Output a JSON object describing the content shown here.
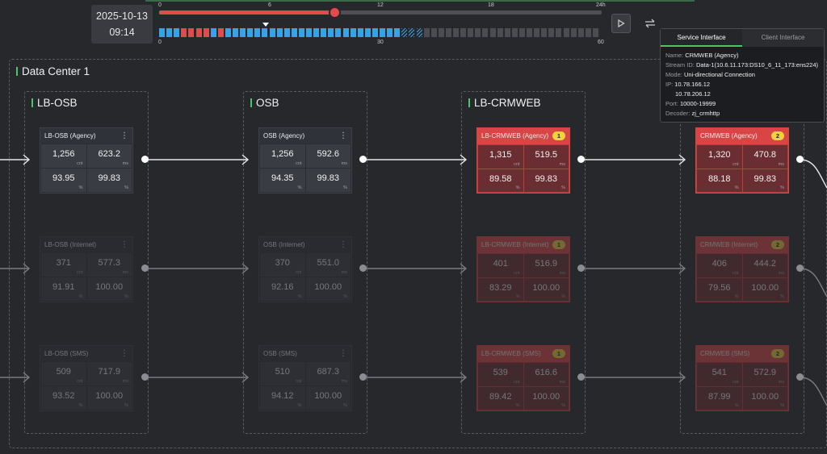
{
  "timeline": {
    "date": "2025-10-13",
    "time": "09:14",
    "top_ticks": [
      "0",
      "6",
      "12",
      "18",
      "24h"
    ],
    "bottom_ticks": [
      "0",
      "30",
      "60"
    ],
    "progress": 0.39
  },
  "data_center": {
    "title": "Data Center 1"
  },
  "colors": {
    "accent_green": "#4cc46b",
    "alert_red": "#d94545",
    "badge_yellow": "#f2d43a"
  },
  "groups": [
    {
      "title": "LB-OSB",
      "cards": [
        {
          "name": "LB-OSB (Agency)",
          "badge": "",
          "v1": "1,256",
          "u1": "cnt",
          "v2": "623.2",
          "u2": "ms",
          "v3": "93.95",
          "u3": "%",
          "v4": "99.83",
          "u4": "%"
        },
        {
          "name": "LB-OSB (Internet)",
          "badge": "",
          "v1": "371",
          "u1": "cnt",
          "v2": "577.3",
          "u2": "ms",
          "v3": "91.91",
          "u3": "%",
          "v4": "100.00",
          "u4": "%"
        },
        {
          "name": "LB-OSB (SMS)",
          "badge": "",
          "v1": "509",
          "u1": "cnt",
          "v2": "717.9",
          "u2": "ms",
          "v3": "93.52",
          "u3": "%",
          "v4": "100.00",
          "u4": "%"
        }
      ]
    },
    {
      "title": "OSB",
      "cards": [
        {
          "name": "OSB (Agency)",
          "badge": "",
          "v1": "1,256",
          "u1": "cnt",
          "v2": "592.6",
          "u2": "ms",
          "v3": "94.35",
          "u3": "%",
          "v4": "99.83",
          "u4": "%"
        },
        {
          "name": "OSB (Internet)",
          "badge": "",
          "v1": "370",
          "u1": "cnt",
          "v2": "551.0",
          "u2": "ms",
          "v3": "92.16",
          "u3": "%",
          "v4": "100.00",
          "u4": "%"
        },
        {
          "name": "OSB (SMS)",
          "badge": "",
          "v1": "510",
          "u1": "cnt",
          "v2": "687.3",
          "u2": "ms",
          "v3": "94.12",
          "u3": "%",
          "v4": "100.00",
          "u4": "%"
        }
      ]
    },
    {
      "title": "LB-CRMWEB",
      "cards": [
        {
          "name": "LB-CRMWEB (Agency)",
          "badge": "1",
          "v1": "1,315",
          "u1": "cnt",
          "v2": "519.5",
          "u2": "ms",
          "v3": "89.58",
          "u3": "%",
          "v4": "99.83",
          "u4": "%"
        },
        {
          "name": "LB-CRMWEB (Internet)",
          "badge": "1",
          "v1": "401",
          "u1": "cnt",
          "v2": "516.9",
          "u2": "ms",
          "v3": "83.29",
          "u3": "%",
          "v4": "100.00",
          "u4": "%"
        },
        {
          "name": "LB-CRMWEB (SMS)",
          "badge": "1",
          "v1": "539",
          "u1": "cnt",
          "v2": "616.6",
          "u2": "ms",
          "v3": "89.42",
          "u3": "%",
          "v4": "100.00",
          "u4": "%"
        }
      ]
    },
    {
      "title": "CRMWEB",
      "cards": [
        {
          "name": "CRMWEB (Agency)",
          "badge": "2",
          "v1": "1,320",
          "u1": "cnt",
          "v2": "470.8",
          "u2": "ms",
          "v3": "88.18",
          "u3": "%",
          "v4": "99.83",
          "u4": "%"
        },
        {
          "name": "CRMWEB (Internet)",
          "badge": "2",
          "v1": "406",
          "u1": "cnt",
          "v2": "444.2",
          "u2": "ms",
          "v3": "79.56",
          "u3": "%",
          "v4": "100.00",
          "u4": "%"
        },
        {
          "name": "CRMWEB (SMS)",
          "badge": "2",
          "v1": "541",
          "u1": "cnt",
          "v2": "572.9",
          "u2": "ms",
          "v3": "87.99",
          "u3": "%",
          "v4": "100.00",
          "u4": "%"
        }
      ]
    }
  ],
  "tooltip": {
    "tab_service": "Service Interface",
    "tab_client": "Client Interface",
    "rows": [
      {
        "k": "Name:",
        "v": "CRMWEB (Agency)"
      },
      {
        "k": "Stream ID:",
        "v": "Data-1(10.6.11.173:DS10_6_11_173:ens224)"
      },
      {
        "k": "Mode:",
        "v": "Uni-directional Connection"
      },
      {
        "k": "IP:",
        "v": "10.78.166.12"
      },
      {
        "k": "",
        "v": "10.78.206.12"
      },
      {
        "k": "Port:",
        "v": "10000-19999"
      },
      {
        "k": "Decoder:",
        "v": "zj_crmhttp"
      }
    ]
  },
  "icons": {
    "play": "play-icon",
    "swap": "swap-arrows-icon",
    "more": "more-vertical-icon"
  }
}
